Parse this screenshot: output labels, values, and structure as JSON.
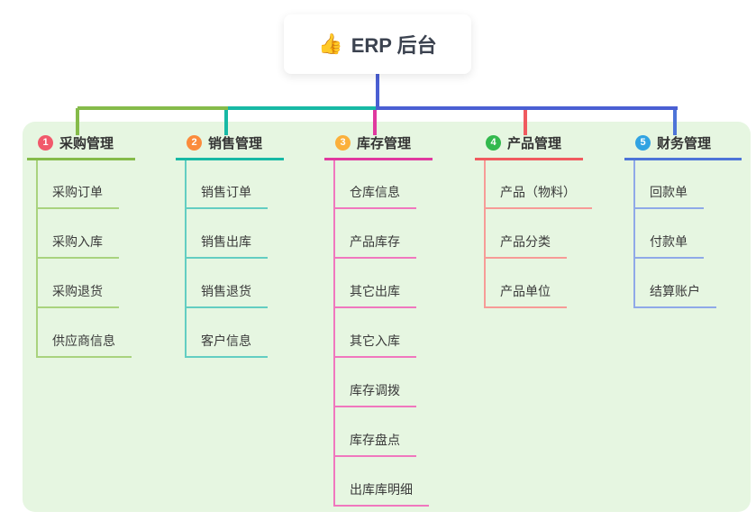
{
  "root": {
    "icon": "thumbs-up",
    "icon_glyph": "👍",
    "title": "ERP 后台"
  },
  "colors": {
    "panel_bg": "#e6f6e1",
    "root_line": "#4a5fd3",
    "text": "#3c4350"
  },
  "branches": [
    {
      "number": "1",
      "label": "采购管理",
      "badge_color": "#f1596b",
      "line_color": "#85bb4a",
      "child_line_color": "#a9d37e",
      "children": [
        "采购订单",
        "采购入库",
        "采购退货",
        "供应商信息"
      ]
    },
    {
      "number": "2",
      "label": "销售管理",
      "badge_color": "#fb8b3c",
      "line_color": "#17b9a5",
      "child_line_color": "#63cec2",
      "children": [
        "销售订单",
        "销售出库",
        "销售退货",
        "客户信息"
      ]
    },
    {
      "number": "3",
      "label": "库存管理",
      "badge_color": "#fbb03b",
      "line_color": "#e0399f",
      "child_line_color": "#f077be",
      "children": [
        "仓库信息",
        "产品库存",
        "其它出库",
        "其它入库",
        "库存调拨",
        "库存盘点",
        "出库库明细"
      ]
    },
    {
      "number": "4",
      "label": "产品管理",
      "badge_color": "#33b94e",
      "line_color": "#f05a5f",
      "child_line_color": "#f79b97",
      "children": [
        "产品（物料）",
        "产品分类",
        "产品单位"
      ]
    },
    {
      "number": "5",
      "label": "财务管理",
      "badge_color": "#31a3e2",
      "line_color": "#4d74d8",
      "child_line_color": "#8fa9e8",
      "children": [
        "回款单",
        "付款单",
        "结算账户"
      ]
    }
  ]
}
